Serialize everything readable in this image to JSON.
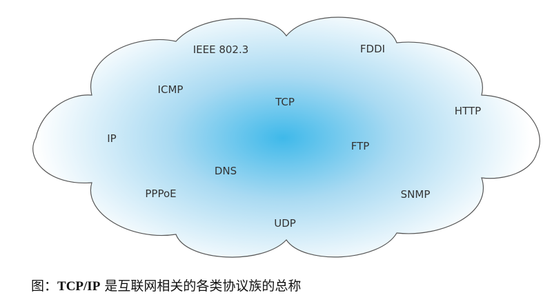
{
  "diagram": {
    "colors": {
      "center": "#3fb9ea",
      "edge": "#ffffff",
      "outline": "#555555"
    },
    "protocols": [
      {
        "id": "ieee",
        "label": "IEEE 802.3"
      },
      {
        "id": "fddi",
        "label": "FDDI"
      },
      {
        "id": "icmp",
        "label": "ICMP"
      },
      {
        "id": "tcp",
        "label": "TCP"
      },
      {
        "id": "http",
        "label": "HTTP"
      },
      {
        "id": "ip",
        "label": "IP"
      },
      {
        "id": "ftp",
        "label": "FTP"
      },
      {
        "id": "dns",
        "label": "DNS"
      },
      {
        "id": "pppoe",
        "label": "PPPoE"
      },
      {
        "id": "snmp",
        "label": "SNMP"
      },
      {
        "id": "udp",
        "label": "UDP"
      }
    ]
  },
  "caption": {
    "prefix": "图：",
    "bold": "TCP/IP",
    "text": " 是互联网相关的各类协议族的总称"
  }
}
